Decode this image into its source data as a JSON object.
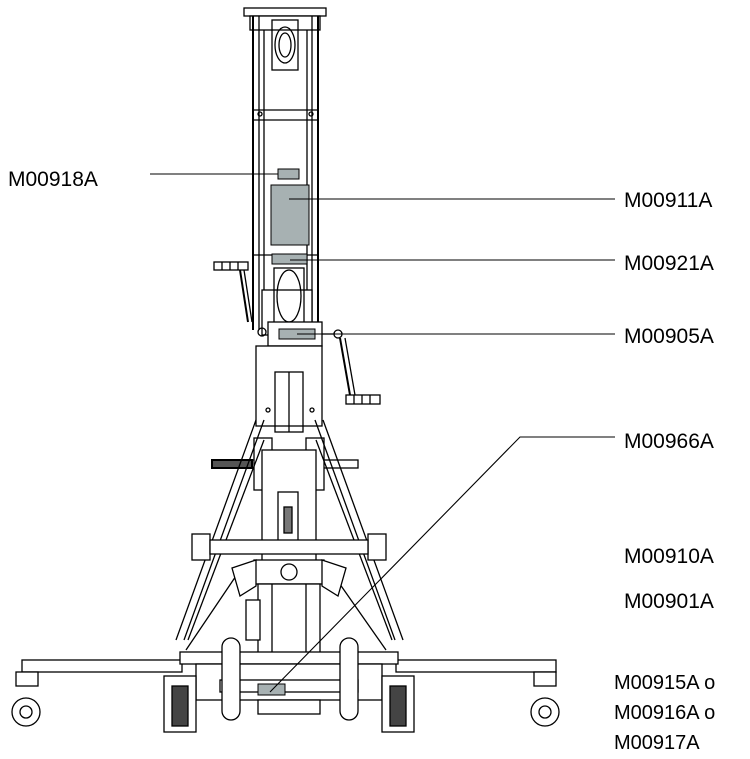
{
  "labels": {
    "m00918a": "M00918A",
    "m00911a": "M00911A",
    "m00921a": "M00921A",
    "m00905a": "M00905A",
    "m00966a": "M00966A",
    "m00910a": "M00910A",
    "m00901a": "M00901A",
    "m00915a": "M00915A o",
    "m00916a": "M00916A o",
    "m00917a": "M00917A"
  },
  "colors": {
    "label_plate": "#a7b1b2",
    "line": "#000000"
  }
}
